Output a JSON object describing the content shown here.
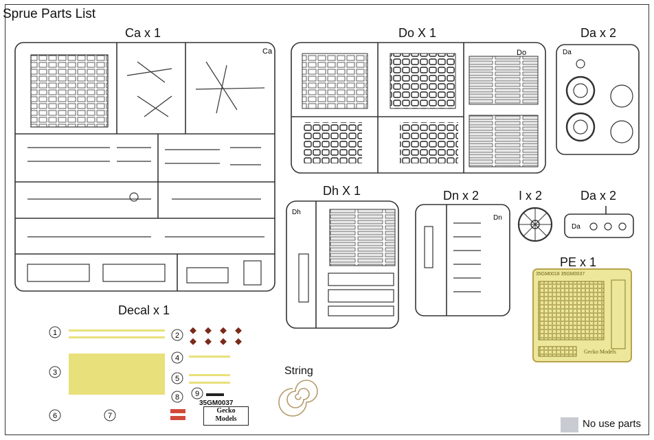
{
  "title": "Sprue Parts List",
  "sprues": {
    "ca": {
      "label": "Ca  x 1",
      "tag": "Ca"
    },
    "do": {
      "label": "Do X 1",
      "tag": "Do"
    },
    "da_top": {
      "label": "Da  x 2",
      "tag": "Da"
    },
    "dh": {
      "label": "Dh X 1",
      "tag": "Dh"
    },
    "dn": {
      "label": "Dn  x 2",
      "tag": "Dn"
    },
    "i": {
      "label": "I  x 2"
    },
    "da_small": {
      "label": "Da  x 2",
      "tag": "Da"
    },
    "pe": {
      "label": "PE x 1",
      "code": "35GM0018 35GM0037",
      "brand": "Gecko Models"
    }
  },
  "decal": {
    "label": "Decal x 1",
    "code": "35GM0037",
    "brand_line1": "Gecko",
    "brand_line2": "Models",
    "numbers": [
      "1",
      "2",
      "3",
      "4",
      "5",
      "6",
      "7",
      "8",
      "9"
    ]
  },
  "string": {
    "label": "String"
  },
  "legend": {
    "no_use_label": "No use parts",
    "no_use_color": "#c8ccd2"
  }
}
